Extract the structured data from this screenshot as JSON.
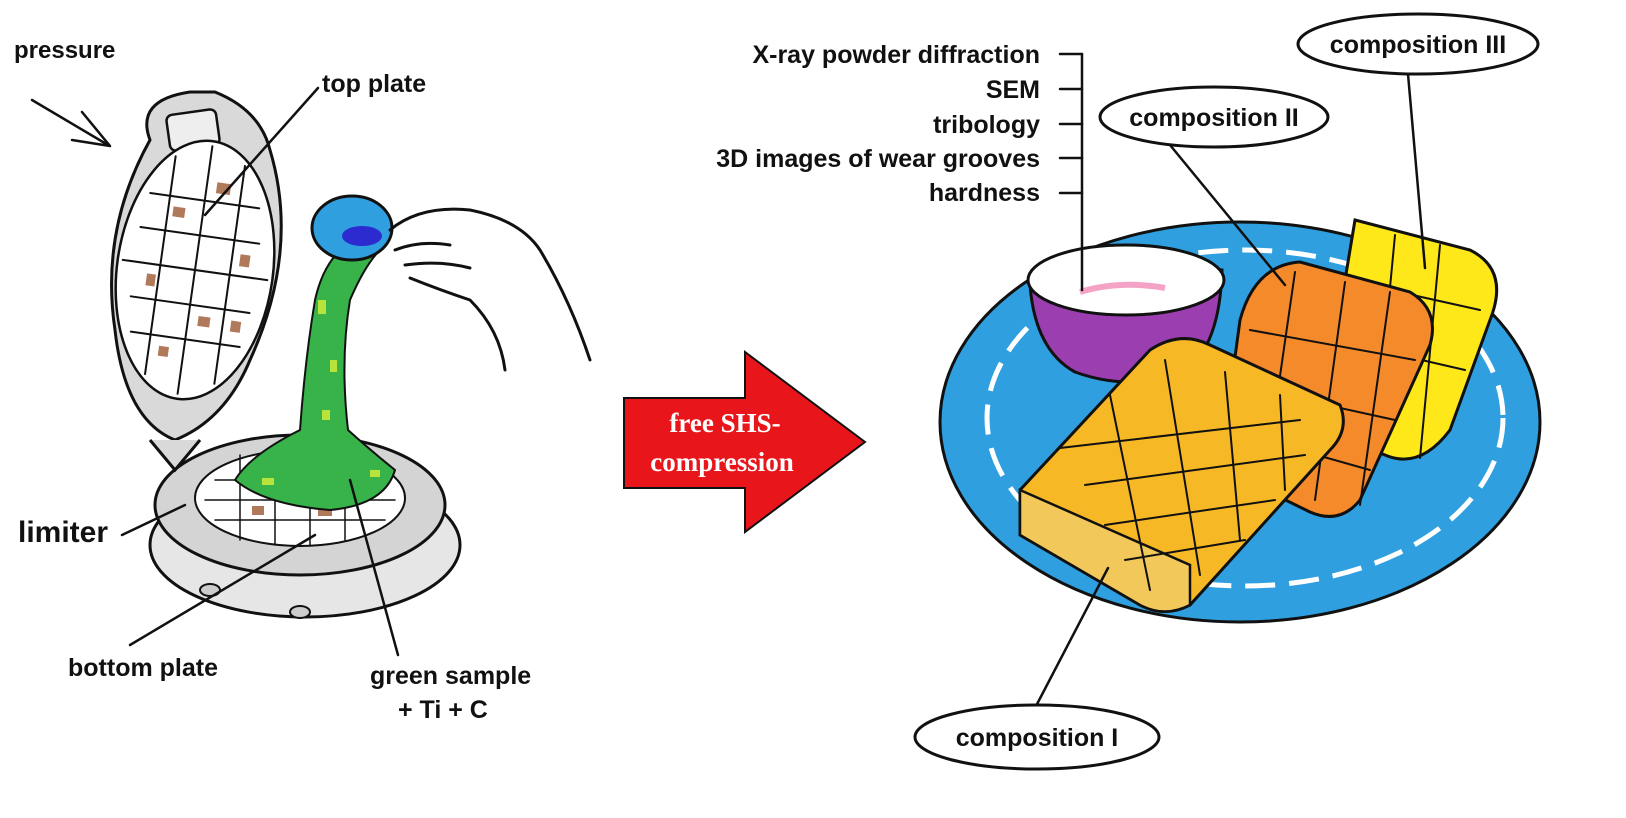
{
  "left_labels": {
    "pressure": "pressure",
    "top_plate": "top plate",
    "limiter": "limiter",
    "bottom_plate": "bottom plate",
    "green_sample_line1": "green sample",
    "green_sample_line2": "+ Ti + C"
  },
  "process_arrow": {
    "line1": "free SHS-",
    "line2": "compression",
    "color": "#e8161b"
  },
  "methods": [
    "X-ray powder diffraction",
    "SEM",
    "tribology",
    "3D images of wear grooves",
    "hardness"
  ],
  "compositions": {
    "one": "composition I",
    "two": "composition II",
    "three": "composition III"
  },
  "colors": {
    "plate": "#2f9fe0",
    "bowl": "#9b3fb0",
    "waffle_i": "#f7b825",
    "waffle_ii": "#f58a2a",
    "waffle_iii": "#ffe81a",
    "batter": "#37b34a",
    "batter_light": "#b7e33a",
    "grey_fill": "#c8c8c8",
    "brown_spots": "#b07a5a"
  }
}
